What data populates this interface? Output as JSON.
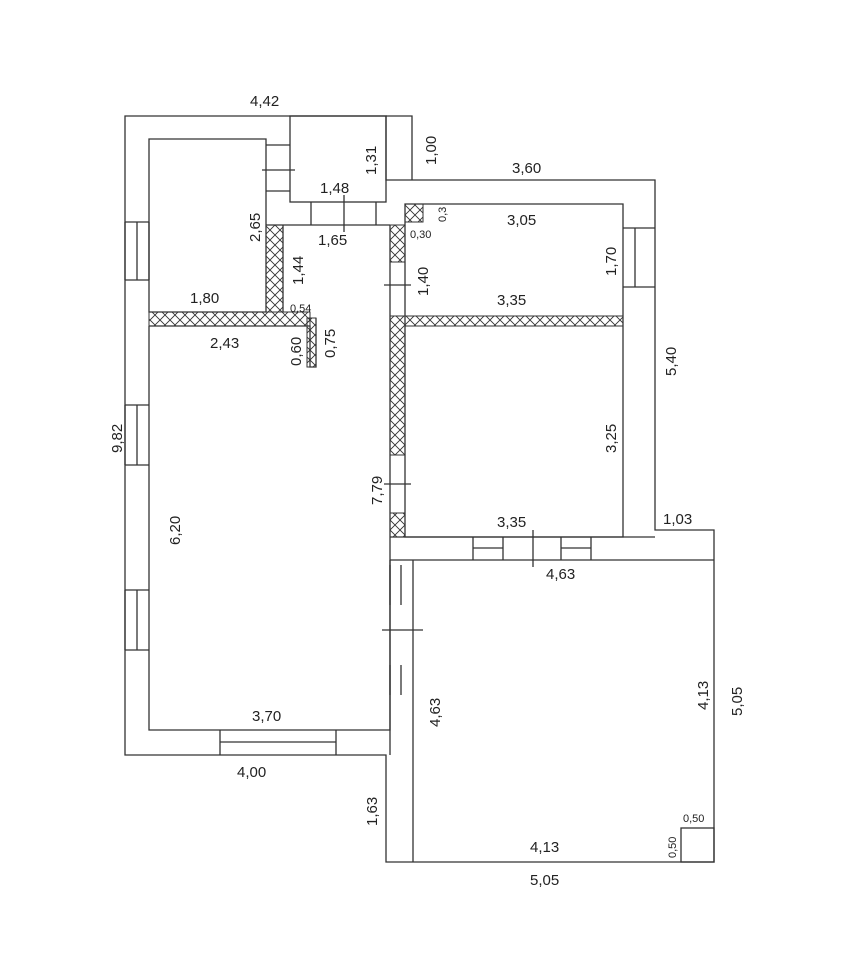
{
  "plan": {
    "colors": {
      "line": "#333333",
      "background": "#ffffff"
    },
    "dimensions": {
      "top_total": "4,42",
      "step": "1,00",
      "upper_right_top": "3,60",
      "right_upper": "5,40",
      "right_step": "1,03",
      "right_lower": "5,05",
      "bottom_right": "5,05",
      "bottom_step": "1,63",
      "bottom_left": "4,00",
      "left_total": "9,82",
      "bath_width": "1,48",
      "bath_height": "1,31",
      "hall_width": "1,65",
      "room1_height": "2,65",
      "room1_width": "1,80",
      "hall_height": "1,44",
      "niche_width": "0,54",
      "niche_a": "0,60",
      "niche_b": "0,75",
      "kitchen_top": "2,43",
      "kitchen_height": "6,20",
      "kitchen_width": "3,70",
      "corridor_length": "7,79",
      "room2_width": "3,05",
      "room2_height": "1,70",
      "room2_door": "1,40",
      "shaft_w": "0,30",
      "shaft_h": "0,3",
      "room2_bottom": "3,35",
      "room3_top": "3,35",
      "room3_height": "3,25",
      "room3_bottom": "3,35",
      "room4_top": "4,63",
      "room4_left": "4,63",
      "room4_right": "4,13",
      "room4_bottom": "4,13",
      "column_w": "0,50",
      "column_h": "0,50"
    }
  }
}
